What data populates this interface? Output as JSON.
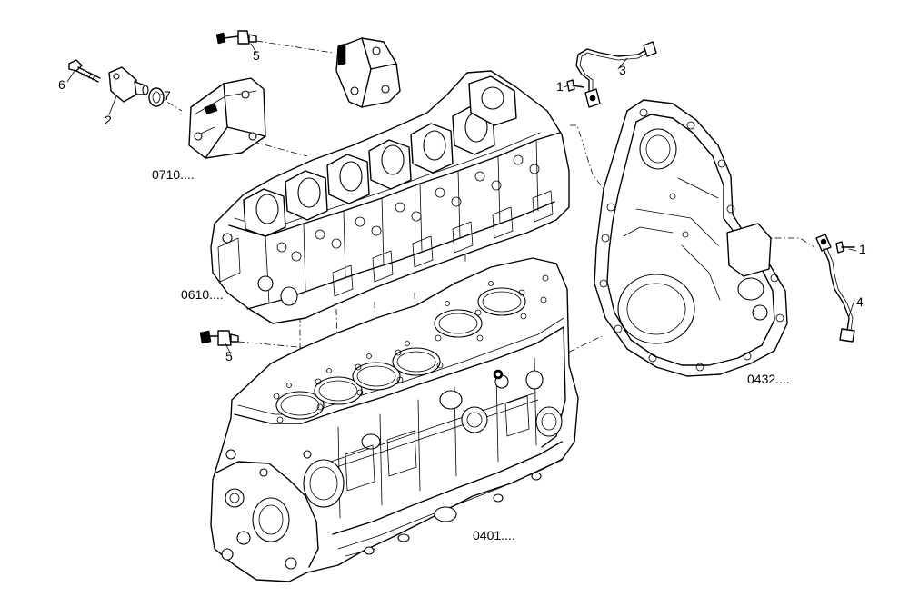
{
  "diagram": {
    "callouts": {
      "c1a": "1",
      "c1b": "1",
      "c2": "2",
      "c3": "3",
      "c4": "4",
      "c5a": "5",
      "c5b": "5",
      "c6": "6",
      "c7": "7",
      "cylinder_head_ref": "0610....",
      "head_cover_ref": "0710....",
      "flywheel_housing_ref": "0432....",
      "crankcase_ref": "0401...."
    }
  }
}
